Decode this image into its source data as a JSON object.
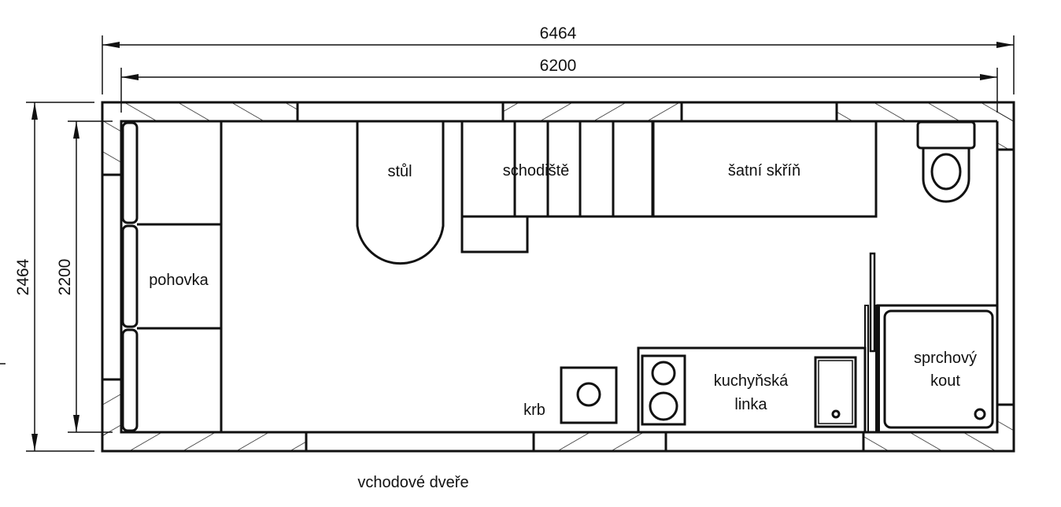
{
  "diagram": {
    "type": "floor-plan",
    "dimensions": {
      "outer_width": "6464",
      "inner_width": "6200",
      "outer_height": "2464",
      "inner_height": "2200"
    },
    "rooms": {
      "sofa": "pohovka",
      "table": "stůl",
      "stairs": "schodiště",
      "wardrobe": "šatní skříň",
      "stove": "krb",
      "kitchen_line1": "kuchyňská",
      "kitchen_line2": "linka",
      "shower_line1": "sprchový",
      "shower_line2": "kout"
    },
    "entrance": "vchodové dveře",
    "colors": {
      "line": "#111111",
      "background": "#ffffff"
    }
  }
}
